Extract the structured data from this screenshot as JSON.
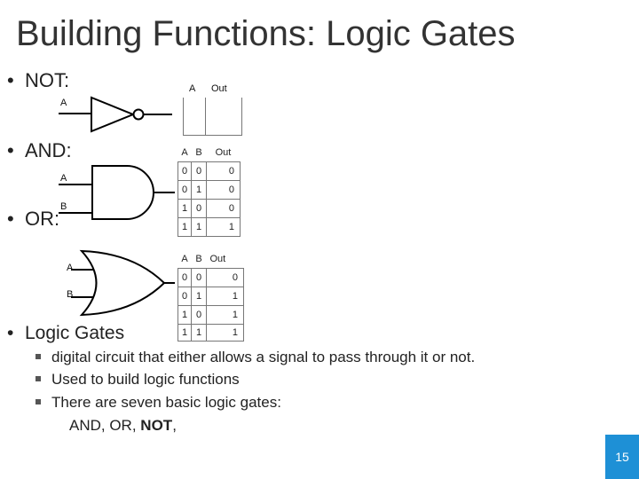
{
  "title": "Building Functions: Logic Gates",
  "bullets": {
    "not": "NOT:",
    "and": "AND:",
    "or": "OR:",
    "logic_gates": "Logic Gates"
  },
  "bullet_char": "•",
  "gate_labels": {
    "not_input": "A",
    "and_input_a": "A",
    "and_input_b": "B",
    "or_input_a": "A",
    "or_input_b": "B"
  },
  "not_table": {
    "headers": [
      "A",
      "Out"
    ],
    "rows": [
      [
        "",
        ""
      ]
    ]
  },
  "and_table": {
    "headers": [
      "A",
      "B",
      "Out"
    ],
    "rows": [
      [
        "0",
        "0",
        "0"
      ],
      [
        "0",
        "1",
        "0"
      ],
      [
        "1",
        "0",
        "0"
      ],
      [
        "1",
        "1",
        "1"
      ]
    ]
  },
  "or_table": {
    "headers": [
      "A",
      "B",
      "Out"
    ],
    "rows": [
      [
        "0",
        "0",
        "0"
      ],
      [
        "0",
        "1",
        "1"
      ],
      [
        "1",
        "0",
        "1"
      ],
      [
        "1",
        "1",
        "1"
      ]
    ]
  },
  "sub_bullets": [
    "digital circuit that either allows a signal to pass through it or not.",
    "Used to build logic functions",
    "There are seven basic logic gates:"
  ],
  "gates_line": {
    "prefix": "AND, OR, ",
    "bold": "NOT",
    "suffix": ","
  },
  "page_number": "15",
  "colors": {
    "accent": "#1e90d6",
    "line_color": "#000000"
  }
}
